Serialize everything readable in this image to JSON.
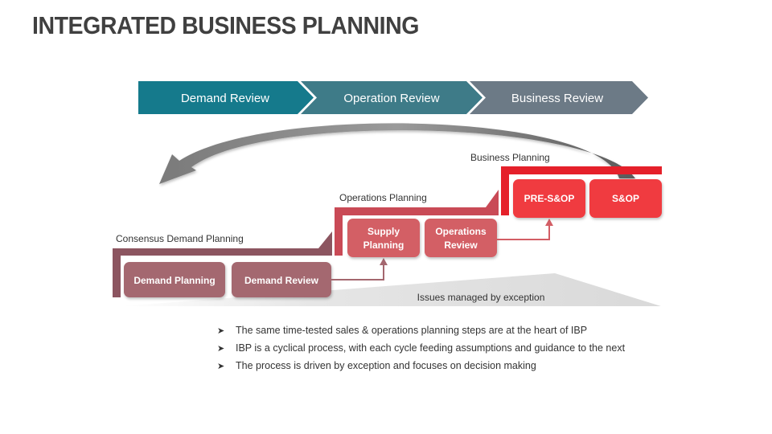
{
  "title": "INTEGRATED BUSINESS PLANNING",
  "chevrons": [
    {
      "label": "Demand Review",
      "color": "#157A8C"
    },
    {
      "label": "Operation Review",
      "color": "#3E7B88"
    },
    {
      "label": "Business Review",
      "color": "#6C7A86"
    }
  ],
  "stages": {
    "consensus": {
      "label": "Consensus Demand Planning",
      "color": "#8C5560",
      "boxes": [
        "Demand Planning",
        "Demand Review"
      ]
    },
    "operations": {
      "label": "Operations Planning",
      "color": "#C94A56",
      "boxes": [
        [
          "Supply",
          "Planning"
        ],
        [
          "Operations",
          "Review"
        ]
      ]
    },
    "business": {
      "label": "Business Planning",
      "color": "#E5202A",
      "boxes": [
        "PRE-S&OP",
        "S&OP"
      ]
    }
  },
  "exception_label": "Issues managed by exception",
  "bullets": [
    "The same time-tested sales & operations planning steps are at the heart of IBP",
    "IBP is a cyclical process, with each cycle feeding assumptions and guidance to the next",
    "The process is driven by exception and focuses on decision making"
  ],
  "icons": {
    "bullet": "arrowhead-bullet-icon",
    "cycle": "curved-return-arrow-icon"
  }
}
